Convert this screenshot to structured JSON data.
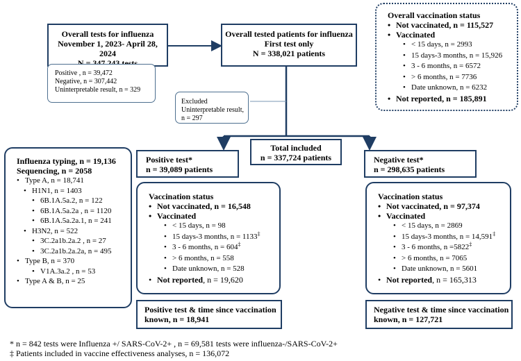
{
  "overall_tests": {
    "title": "Overall tests for influenza",
    "period": "November 1, 2023- April 28, 2024",
    "count": "N = 347,243 tests"
  },
  "test_results": {
    "positive": "Positive , n = 39,472",
    "negative": "Negative, n = 307,442",
    "uninterpretable": "Uninterpretable result, n = 329"
  },
  "overall_patients": {
    "title": "Overall tested patients for influenza",
    "subtitle": "First test only",
    "count": "N = 338,021 patients"
  },
  "overall_vaccination": {
    "title": "Overall vaccination status",
    "not_vaccinated": "Not vaccinated, n = 115,527",
    "vaccinated": "Vaccinated",
    "items": [
      "< 15 days, n = 2993",
      "15 days-3 months, n = 15,926",
      "3 - 6 months, n = 6572",
      "> 6 months, n = 7736",
      "Date unknown, n = 6232"
    ],
    "not_reported": "Not reported, n = 185,891"
  },
  "excluded": {
    "title": "Excluded",
    "reason": "Uninterpretable result, n = 297"
  },
  "total_included": {
    "title": "Total included",
    "count": "n = 337,724 patients"
  },
  "positive_test": {
    "title": "Positive test*",
    "count": "n = 39,089 patients"
  },
  "negative_test": {
    "title": "Negative test*",
    "count": "n = 298,635 patients"
  },
  "influenza_typing": {
    "typing": "Influenza typing, n = 19,136",
    "sequencing": "Sequencing, n = 2058",
    "type_a": "Type A, n = 18,741",
    "h1n1": "H1N1, n = 1403",
    "h1n1_items": [
      "6B.1A.5a.2, n = 122",
      "6B.1A.5a.2a , n = 1120",
      "6B.1A.5a.2a.1, n = 241"
    ],
    "h3n2": "H3N2, n = 522",
    "h3n2_items": [
      "3C.2a1b.2a.2 , n = 27",
      "3C.2a1b.2a.2a, n = 495"
    ],
    "type_b": "Type B, n = 370",
    "type_b_items": [
      "V1A.3a.2 , n = 53"
    ],
    "type_ab": "Type A & B, n = 25"
  },
  "pos_vaccination": {
    "title": "Vaccination status",
    "not_vaccinated": "Not vaccinated, n = 16,548",
    "vaccinated": "Vaccinated",
    "lt15": "< 15 days, n = 98",
    "d15_3m": "15 days-3 months, n = 1133",
    "m3_6": "3 - 6 months, n = 604",
    "gt6": "> 6 months, n = 558",
    "unknown": "Date unknown, n = 528",
    "not_reported_label": "Not reported",
    "not_reported_value": ", n = 19,620"
  },
  "neg_vaccination": {
    "title": "Vaccination status",
    "not_vaccinated": "Not vaccinated, n = 97,374",
    "vaccinated": "Vaccinated",
    "lt15": "< 15 days, n = 2869",
    "d15_3m": "15 days-3 months, n = 14,591",
    "m3_6": "3 - 6 months, n =5822",
    "gt6": "> 6 months, n = 7065",
    "unknown": "Date unknown, n = 5601",
    "not_reported_label": "Not reported",
    "not_reported_value": ", n = 165,313"
  },
  "pos_known": {
    "line1": "Positive test & time since vaccination",
    "line2": "known, n = 18,941"
  },
  "neg_known": {
    "line1": "Negative test & time since vaccination",
    "line2": "known, n = 127,721"
  },
  "footnotes": {
    "star": "* n = 842 tests were Influenza +/ SARS-CoV-2+ , n = 69,581 tests were influenza-/SARS-CoV-2+",
    "dagger": "‡ Patients included in vaccine effectiveness analyses, n = 136,072",
    "dagger_mark": "‡"
  },
  "colors": {
    "border": "#1f3d63",
    "thin_border": "#4d6f8f"
  }
}
